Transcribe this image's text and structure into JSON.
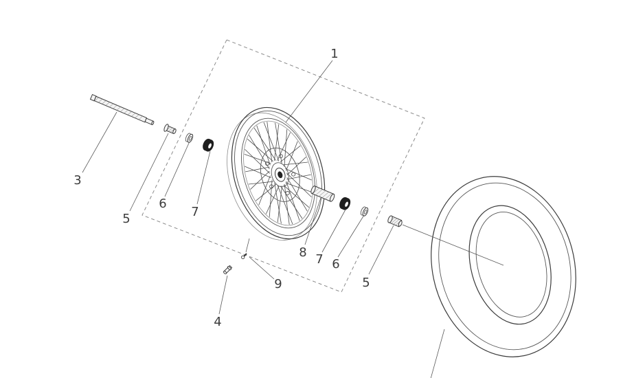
{
  "diagram": {
    "type": "exploded-parts-diagram",
    "background": "#ffffff",
    "stroke_color": "#3b3b3b",
    "labels": [
      {
        "text": "1"
      },
      {
        "text": "3"
      },
      {
        "text": "5"
      },
      {
        "text": "6"
      },
      {
        "text": "7"
      },
      {
        "text": "8"
      },
      {
        "text": "7"
      },
      {
        "text": "6"
      },
      {
        "text": "5"
      },
      {
        "text": "9"
      },
      {
        "text": "4"
      }
    ]
  }
}
